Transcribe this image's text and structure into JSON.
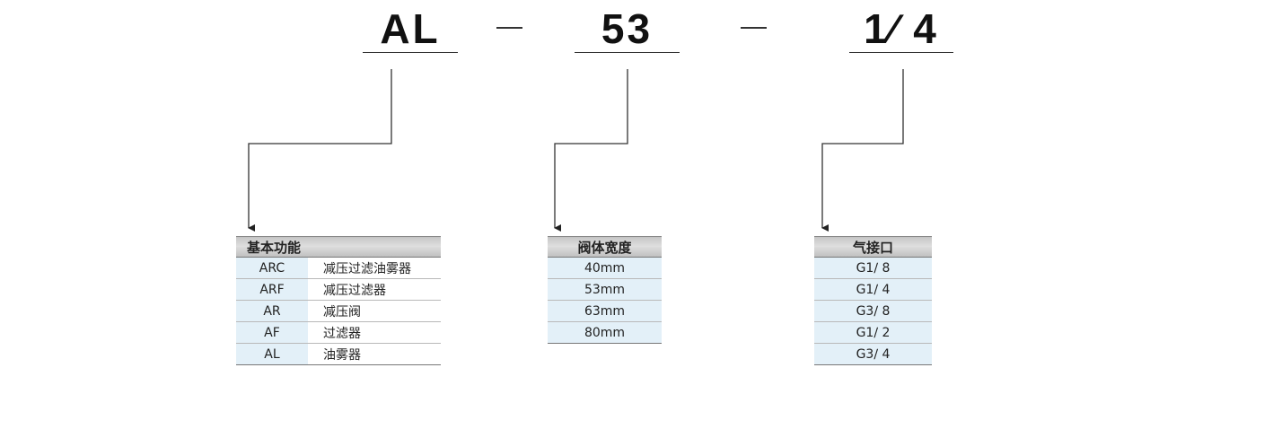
{
  "code": {
    "segment1": "AL",
    "segment2": "53",
    "segment3": "1∕ 4"
  },
  "basic_function": {
    "header": "基本功能",
    "rows": [
      {
        "code": "ARC",
        "desc": "减压过滤油雾器"
      },
      {
        "code": "ARF",
        "desc": "减压过滤器"
      },
      {
        "code": "AR",
        "desc": "减压阀"
      },
      {
        "code": "AF",
        "desc": "过滤器"
      },
      {
        "code": "AL",
        "desc": "油雾器"
      }
    ]
  },
  "valve_width": {
    "header": "阀体宽度",
    "rows": [
      "40mm",
      "53mm",
      "63mm",
      "80mm"
    ]
  },
  "air_port": {
    "header": "气接口",
    "rows": [
      "G1∕ 8",
      "G1∕ 4",
      "G3∕ 8",
      "G1∕ 2",
      "G3∕ 4"
    ]
  },
  "colors": {
    "cell_blue": "#e3f0f8",
    "header_gray": "#cfcfcf",
    "line": "#333333"
  }
}
